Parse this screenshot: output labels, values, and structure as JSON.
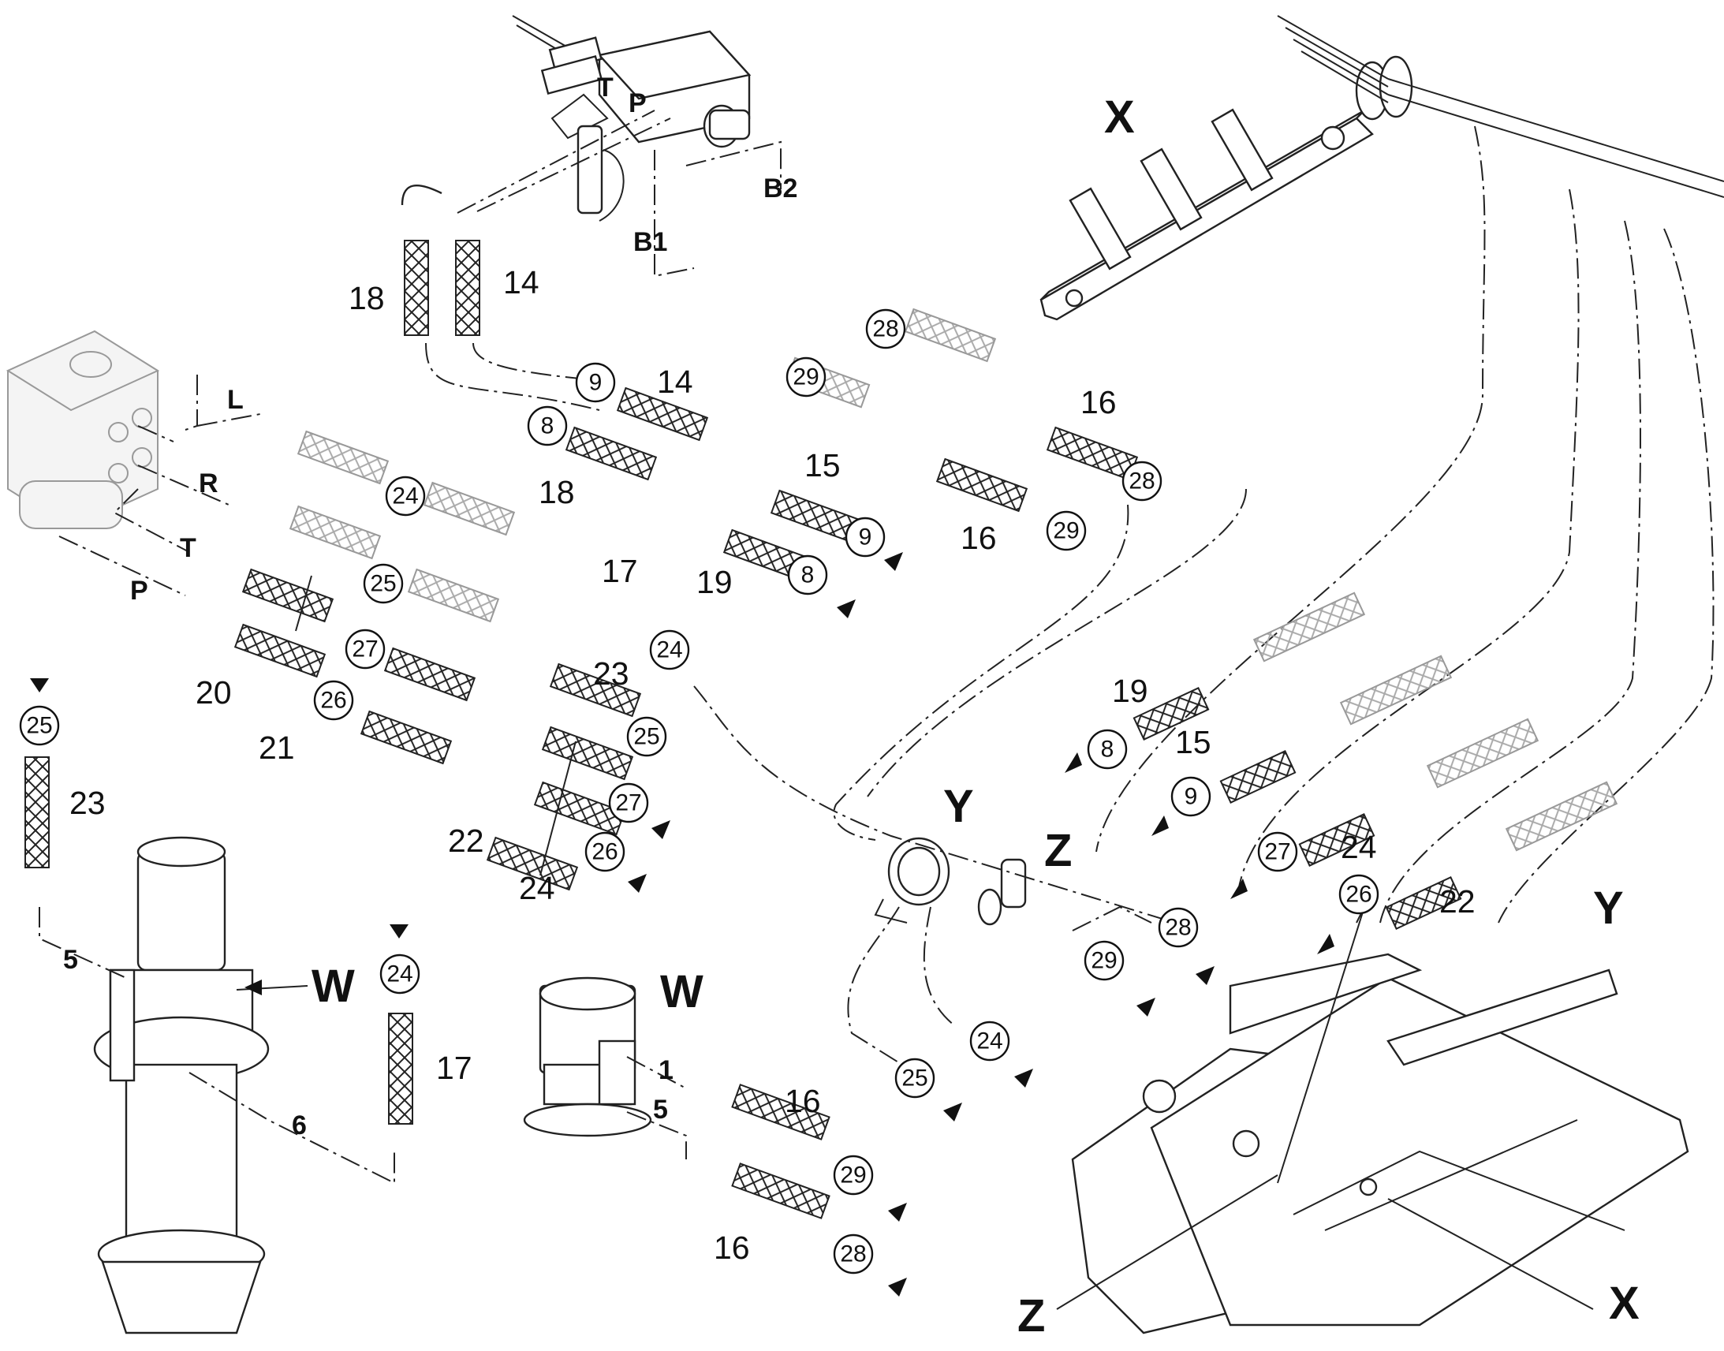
{
  "section_labels": {
    "X_top": "X",
    "W_detail": "W",
    "Y_clip": "Y",
    "Z_clip": "Z",
    "Y_frame": "Y",
    "X_frame": "X",
    "Z_frame": "Z",
    "W_pointer": "W"
  },
  "port_labels": {
    "T_valve": "T",
    "P_valve": "P",
    "B1": "B1",
    "B2": "B2",
    "L": "L",
    "R": "R",
    "T_steer": "T",
    "P_steer": "P",
    "swivel_1": "1",
    "swivel_5": "5",
    "column_5": "5",
    "column_6": "6"
  },
  "part_numbers": {
    "p18_top": "18",
    "p14_top": "14",
    "p14_mid": "14",
    "p18_mid": "18",
    "p15": "15",
    "p19": "19",
    "p16_a": "16",
    "p16_b": "16",
    "p17": "17",
    "p23": "23",
    "p20": "20",
    "p21": "21",
    "p22": "22",
    "p24": "24",
    "p19_r": "19",
    "p15_r": "15",
    "p24_r": "24",
    "p22_r": "22",
    "p23_left": "23",
    "p17_left": "17",
    "p16_w1": "16",
    "p16_w2": "16"
  },
  "callouts": {
    "c28_top": "28",
    "c29_top": "29",
    "c9_a": "9",
    "c8_a": "8",
    "c9_b": "9",
    "c8_b": "8",
    "c29_b": "29",
    "c28_b": "28",
    "c24_a": "24",
    "c25_a": "25",
    "c24_b": "24",
    "c27_a": "27",
    "c26_a": "26",
    "c25_b": "25",
    "c27_b": "27",
    "c26_b": "26",
    "c8_r": "8",
    "c9_r": "9",
    "c27_r": "27",
    "c26_r": "26",
    "c28_r": "28",
    "c29_r": "29",
    "c24_r": "24",
    "c25_r": "25",
    "c25_left": "25",
    "c24_left": "24",
    "c29_w": "29",
    "c28_w": "28"
  }
}
